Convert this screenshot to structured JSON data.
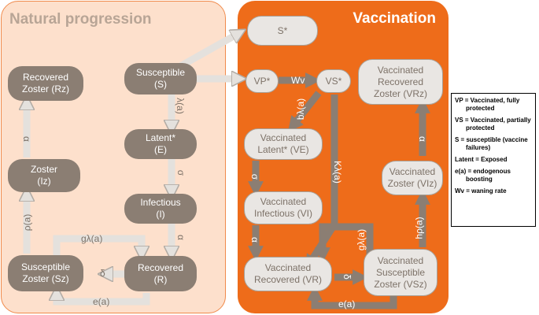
{
  "panels": {
    "natural_title": "Natural progression",
    "vaccination_title": "Vaccination"
  },
  "nodes": {
    "recovered_zoster": "Recovered\nZoster (Rz)",
    "susceptible": "Susceptible\n(S)",
    "latent": "Latent*\n(E)",
    "infectious": "Infectious\n(I)",
    "recovered": "Recovered\n(R)",
    "zoster": "Zoster\n(Iz)",
    "susceptible_zoster": "Susceptible\nZoster (Sz)",
    "s_star": "S*",
    "vp_star": "VP*",
    "vs_star": "VS*",
    "vaccinated_recovered_zoster": "Vaccinated\nRecovered\nZoster (VRz)",
    "vaccinated_latent": "Vaccinated\nLatent* (VE)",
    "vaccinated_infectious": "Vaccinated\nInfectious (VI)",
    "vaccinated_recovered": "Vaccinated\nRecovered (VR)",
    "vaccinated_zoster": "Vaccinated\nZoster (VIz)",
    "vaccinated_susceptible_zoster": "Vaccinated\nSusceptible\nZoster (VSz)"
  },
  "labels": {
    "lambda_a": "λ(a)",
    "sigma1": "σ",
    "gamma1": "α",
    "alpha_z": "α",
    "rho_a": "ρ(a)",
    "g_lambda_a": "gλ(a)",
    "delta": "δ",
    "e_a": "e(a)",
    "wv": "Wv",
    "b_lambda_a": "bλ(a)",
    "k_lambda_a": "Kλ(a)",
    "sigma_v": "σ",
    "gamma_v": "α",
    "alpha_vz": "α",
    "h_rho_a": "hρ(a)",
    "g_lambda_a_v": "gλ(a)",
    "delta_v": "δ",
    "e_a_v": "e(a)"
  },
  "legend": [
    {
      "term": "VP = Vaccinated, fully",
      "indent": "protected"
    },
    {
      "term": "VS = Vaccinated, partially",
      "indent": "protected"
    },
    {
      "term": "S = susceptible (vaccine",
      "indent": "failures)"
    },
    {
      "term": "Latent = Exposed",
      "indent": ""
    },
    {
      "term": "e(a) = endogenous",
      "indent": "boosting"
    },
    {
      "term": "Wv = waning rate",
      "indent": ""
    }
  ],
  "colors": {
    "natural_bg": "#fde0cc",
    "vaccination_bg": "#ee6c1a",
    "dark_node": "#8b7e73",
    "light_node": "#e9e6e3",
    "arrow_light": "#e4e1dd",
    "arrow_dark": "#8b7e73"
  }
}
